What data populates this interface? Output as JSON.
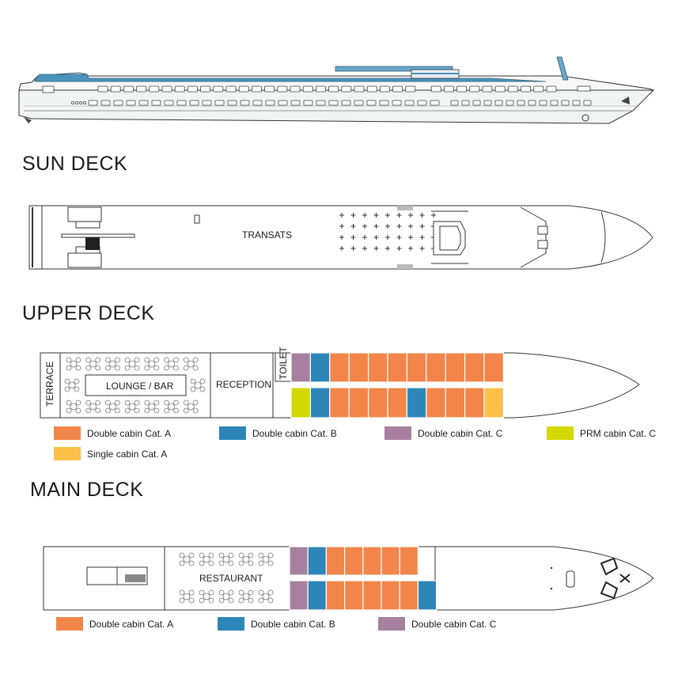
{
  "colors": {
    "cat_a": "#f28549",
    "cat_b": "#2e86b8",
    "cat_c": "#a8809f",
    "prm": "#d2d800",
    "single_a": "#fbbf4a",
    "hull": "#f2f3f3",
    "stroke": "#333333",
    "roof": "#4b93ba"
  },
  "decks": {
    "sun": {
      "title": "SUN DECK",
      "transats": "TRANSATS"
    },
    "upper": {
      "title": "UPPER DECK",
      "terrace": "TERRACE",
      "lounge": "LOUNGE / BAR",
      "reception": "RECEPTION",
      "toilet": "TOILET",
      "top_row": [
        "cat_c",
        "cat_b",
        "cat_a",
        "cat_a",
        "cat_a",
        "cat_a",
        "cat_a",
        "cat_a",
        "cat_a",
        "cat_a",
        "cat_a"
      ],
      "bottom_row": [
        "prm",
        "cat_b",
        "cat_a",
        "cat_a",
        "cat_a",
        "cat_a",
        "cat_b",
        "cat_a",
        "cat_a",
        "cat_a",
        "single_a"
      ]
    },
    "main": {
      "title": "MAIN DECK",
      "restaurant": "RESTAURANT",
      "top_row": [
        "cat_c",
        "cat_b",
        "cat_a",
        "cat_a",
        "cat_a",
        "cat_a",
        "cat_a"
      ],
      "bottom_row": [
        "cat_c",
        "cat_b",
        "cat_a",
        "cat_a",
        "cat_a",
        "cat_a",
        "cat_a",
        "cat_b"
      ]
    }
  },
  "legend_upper": [
    {
      "label": "Double cabin Cat. A",
      "color_key": "cat_a"
    },
    {
      "label": "Double cabin Cat. B",
      "color_key": "cat_b"
    },
    {
      "label": "Double cabin Cat. C",
      "color_key": "cat_c"
    },
    {
      "label": "PRM cabin Cat. C",
      "color_key": "prm"
    },
    {
      "label": "Single cabin Cat. A",
      "color_key": "single_a"
    }
  ],
  "legend_main": [
    {
      "label": "Double cabin Cat. A",
      "color_key": "cat_a"
    },
    {
      "label": "Double cabin Cat. B",
      "color_key": "cat_b"
    },
    {
      "label": "Double cabin Cat. C",
      "color_key": "cat_c"
    }
  ]
}
